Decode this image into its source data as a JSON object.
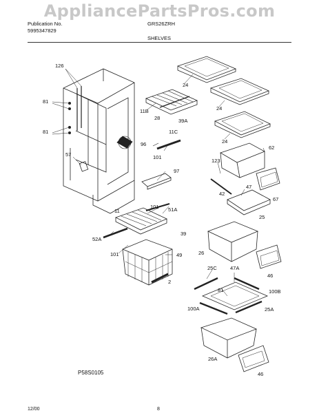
{
  "watermark": "AppliancePartsPros.com",
  "header": {
    "publication_label": "Publication No.",
    "publication_number": "5995347829",
    "model": "GRS26ZRH",
    "section": "SHELVES"
  },
  "diagram_code": "P58S0105",
  "footer": {
    "date": "12/00",
    "page": "8"
  },
  "callouts": {
    "c126": "126",
    "c81a": "81",
    "c81b": "81",
    "c57": "57",
    "c24a": "24",
    "c24b": "24",
    "c24c": "24",
    "c11b": "11B",
    "c28": "28",
    "c39a": "39A",
    "c11c": "11C",
    "c96": "96",
    "c101a": "101",
    "c97": "97",
    "c62": "62",
    "c123": "123",
    "c47": "47",
    "c42": "42",
    "c67": "67",
    "c25": "25",
    "c11": "11",
    "c101b": "101",
    "c51a": "51A",
    "c39": "39",
    "c52a": "52A",
    "c101c": "101",
    "c49": "49",
    "c2": "2",
    "c26": "26",
    "c46a": "46",
    "c25c": "25C",
    "c47a": "47A",
    "c81c": "81",
    "c100b": "100B",
    "c100a": "100A",
    "c25a": "25A",
    "c26a": "26A",
    "c46b": "46"
  }
}
